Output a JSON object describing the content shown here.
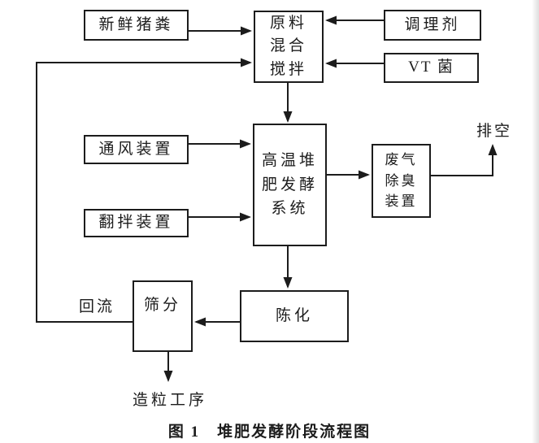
{
  "figure": {
    "caption": "图 1　堆肥发酵阶段流程图"
  },
  "nodes": {
    "fresh_pig_manure": "新鲜猪粪",
    "raw_material_mixing": "原料\n混合\n搅拌",
    "conditioner": "调理剂",
    "vt_bacteria": "VT 菌",
    "ventilation_device": "通风装置",
    "fermentation_system": "高温堆\n肥发酵\n系统",
    "turning_device": "翻拌装置",
    "deodorization_device": "废气\n除臭\n装置",
    "screening": "筛分",
    "aging": "陈化"
  },
  "flow_labels": {
    "vent_to_air": "排空",
    "reflux": "回流",
    "granulation_process": "造粒工序"
  },
  "colors": {
    "line": "#1c1c1c",
    "background": "#ffffff"
  }
}
